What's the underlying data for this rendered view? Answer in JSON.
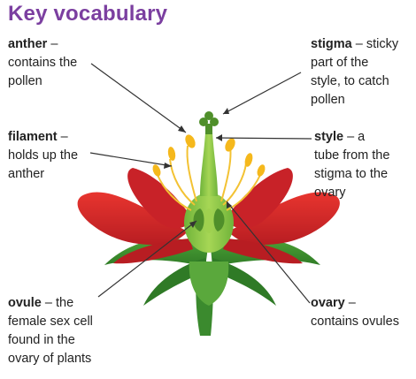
{
  "title": "Key vocabulary",
  "labels": {
    "anther": {
      "term": "anther",
      "dash": " –",
      "lines": [
        "contains the",
        "pollen"
      ]
    },
    "filament": {
      "term": "filament",
      "dash": " –",
      "lines": [
        "holds up the",
        "anther"
      ]
    },
    "ovule": {
      "term": "ovule",
      "dash": " – the",
      "lines": [
        "female sex cell",
        "found in the",
        "ovary of plants"
      ]
    },
    "stigma": {
      "term": "stigma",
      "dash": " – sticky",
      "lines": [
        "part of the",
        "style, to catch",
        "pollen"
      ]
    },
    "style": {
      "term": "style",
      "dash": " – a",
      "lines": [
        "tube from the",
        "stigma to the",
        "ovary"
      ]
    },
    "ovary": {
      "term": "ovary",
      "dash": " –",
      "lines": [
        "contains ovules"
      ]
    }
  },
  "colors": {
    "title": "#7b3fa0",
    "petal": "#d8262b",
    "sepal": "#3f8f2f",
    "pistil": "#8cc63f",
    "anther": "#f5b81c"
  }
}
